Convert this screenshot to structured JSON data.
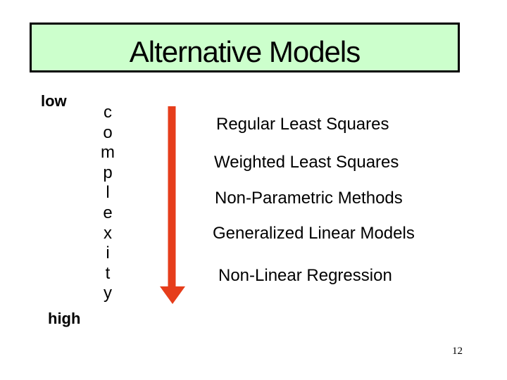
{
  "slide": {
    "title": "Alternative Models",
    "page_number": "12",
    "axis": {
      "low_label": "low",
      "high_label": "high",
      "vertical_word": "complexity",
      "letters": [
        "c",
        "o",
        "m",
        "p",
        "l",
        "e",
        "x",
        "i",
        "t",
        "y"
      ]
    },
    "models": [
      "Regular Least Squares",
      "Weighted Least Squares",
      "Non-Parametric Methods",
      "Generalized Linear Models",
      "Non-Linear Regression"
    ],
    "colors": {
      "background": "#ffffff",
      "title_fill": "#ccffcc",
      "title_border": "#000000",
      "text": "#000000",
      "arrow": "#e63d1b"
    },
    "icons": {
      "arrow": "down-arrow-icon"
    }
  }
}
